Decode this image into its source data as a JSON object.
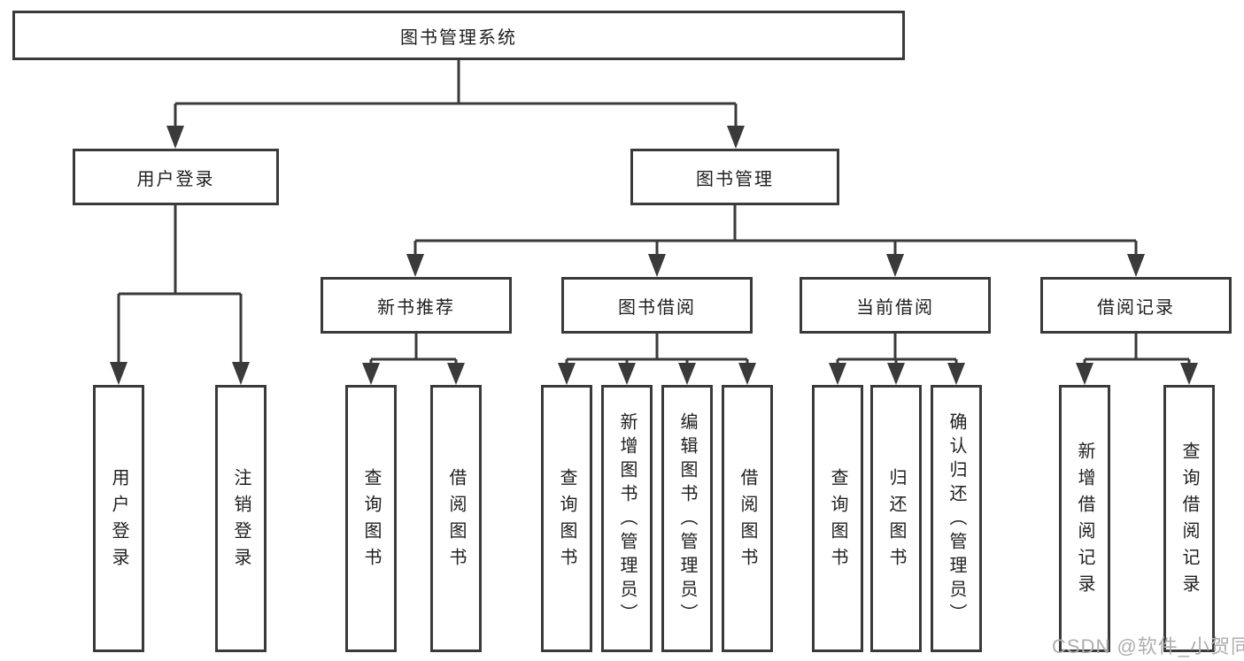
{
  "diagram": {
    "root": "图书管理系统",
    "level2": {
      "user_login": "用户登录",
      "book_management": "图书管理"
    },
    "level3": {
      "new_book_recommend": "新书推荐",
      "book_borrow": "图书借阅",
      "current_borrow": "当前借阅",
      "borrow_records": "借阅记录"
    },
    "leaves": {
      "user_login": "用户登录",
      "logout": "注销登录",
      "recommend_query_books": "查询图书",
      "recommend_borrow_books": "借阅图书",
      "borrow_query_books": "查询图书",
      "borrow_add_books": "新增图书（管理员）",
      "borrow_edit_books": "编辑图书（管理员）",
      "borrow_borrow_books": "借阅图书",
      "current_query_books": "查询图书",
      "current_return_books": "归还图书",
      "current_confirm_return": "确认归还（管理员）",
      "records_add_record": "新增借阅记录",
      "records_query_record": "查询借阅记录"
    }
  },
  "watermark": "CSDN @软件_小贺同学",
  "colors": {
    "line": "#3a3a3a",
    "text": "#1f1f1f",
    "watermark": "#aeaeae",
    "background": "#ffffff"
  }
}
